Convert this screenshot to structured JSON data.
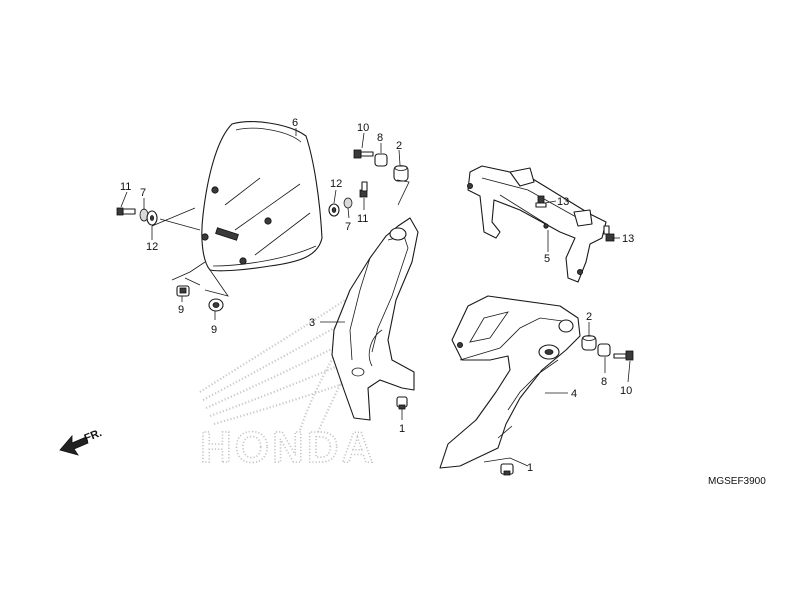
{
  "diagram": {
    "watermark_text": "HONDA",
    "direction_label": "FR.",
    "diagram_code": "MGSEF3900",
    "callouts": [
      {
        "id": "c6",
        "label": "6"
      },
      {
        "id": "c10a",
        "label": "10"
      },
      {
        "id": "c8a",
        "label": "8"
      },
      {
        "id": "c2a",
        "label": "2"
      },
      {
        "id": "c11a",
        "label": "11"
      },
      {
        "id": "c7a",
        "label": "7"
      },
      {
        "id": "c12a",
        "label": "12"
      },
      {
        "id": "c12b",
        "label": "12"
      },
      {
        "id": "c7b",
        "label": "7"
      },
      {
        "id": "c11b",
        "label": "11"
      },
      {
        "id": "c9a",
        "label": "9"
      },
      {
        "id": "c9b",
        "label": "9"
      },
      {
        "id": "c3",
        "label": "3"
      },
      {
        "id": "c1a",
        "label": "1"
      },
      {
        "id": "c13a",
        "label": "13"
      },
      {
        "id": "c13b",
        "label": "13"
      },
      {
        "id": "c5",
        "label": "5"
      },
      {
        "id": "c2b",
        "label": "2"
      },
      {
        "id": "c8b",
        "label": "8"
      },
      {
        "id": "c10b",
        "label": "10"
      },
      {
        "id": "c4",
        "label": "4"
      },
      {
        "id": "c1b",
        "label": "1"
      }
    ]
  },
  "colors": {
    "line": "#1a1a1a",
    "watermark": "#c9c9c9",
    "background": "#ffffff"
  }
}
